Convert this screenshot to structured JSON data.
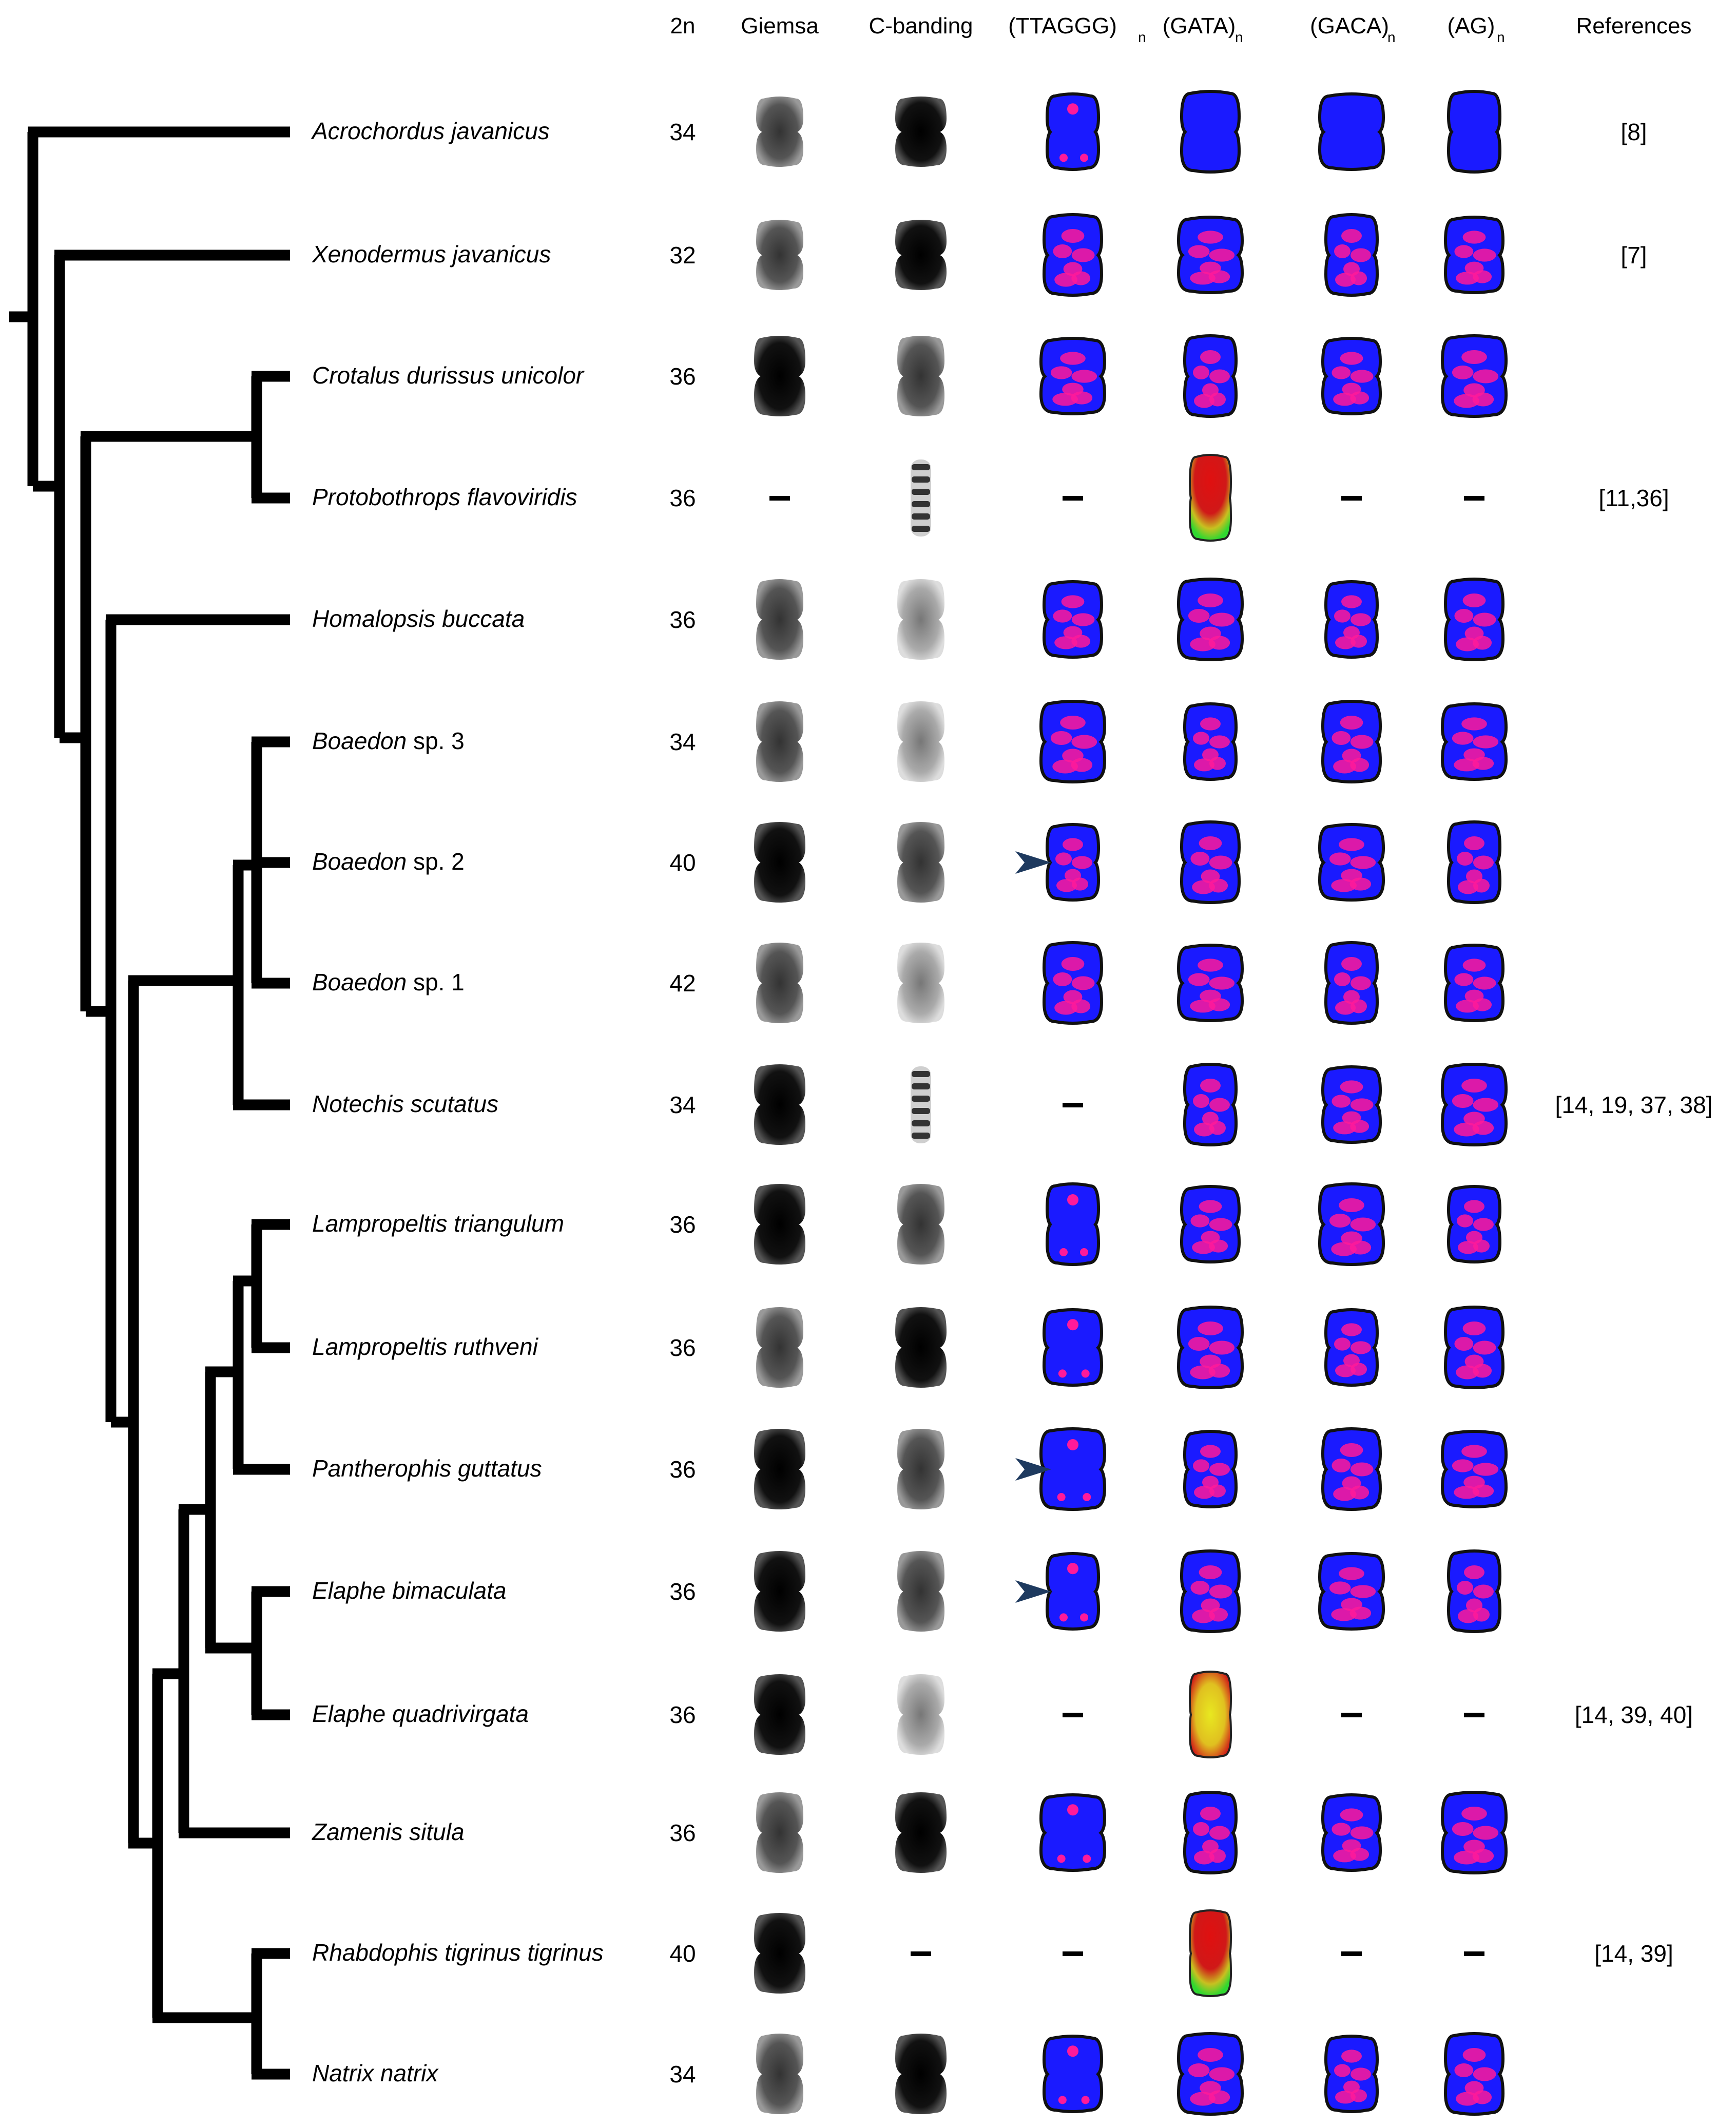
{
  "columns": {
    "n2": "2n",
    "giemsa": "Giemsa",
    "cband": "C-banding",
    "ttaggg": "(TTAGGG)",
    "gata": "(GATA)",
    "gaca": "(GACA)",
    "ag": "(AG)",
    "subscript": "n",
    "references": "References"
  },
  "colors": {
    "dapi_blue": "#1a1aff",
    "probe_magenta": "#ff1a9a",
    "red_signal": "#e01010",
    "green_signal": "#30e030",
    "yellow_signal": "#e8e820",
    "grey_chrom": "#555555",
    "dark_chrom": "#111111",
    "arrowhead": "#1e3a5f"
  },
  "legend": {
    "absent_mark": "–",
    "arrowhead_icon": "arrowhead-marker-icon"
  },
  "rows": [
    {
      "name": "Acrochordus javanicus",
      "n2": "34",
      "ref": "[8]",
      "giemsa": "grey-blob",
      "cband": "dark-blob",
      "ttaggg": "blue-dots",
      "gata": "blue",
      "gaca": "blue",
      "ag": "blue"
    },
    {
      "name": "Xenodermus javanicus",
      "n2": "32",
      "ref": "[7]",
      "giemsa": "grey-blob",
      "cband": "dark-blob",
      "ttaggg": "magenta",
      "gata": "magenta",
      "gaca": "magenta",
      "ag": "magenta"
    },
    {
      "name": "Crotalus durissus unicolor",
      "n2": "36",
      "ref": "",
      "giemsa": "dark-blob",
      "cband": "grey-blob",
      "ttaggg": "magenta",
      "gata": "magenta",
      "gaca": "magenta",
      "ag": "magenta"
    },
    {
      "name": "Protobothrops flavoviridis",
      "n2": "36",
      "ref": "[11,36]",
      "giemsa": "absent",
      "cband": "banded",
      "ttaggg": "absent",
      "gata": "red-green",
      "gaca": "absent",
      "ag": "absent"
    },
    {
      "name": "Homalopsis buccata",
      "n2": "36",
      "ref": "",
      "giemsa": "grey-blob",
      "cband": "light",
      "ttaggg": "magenta",
      "gata": "magenta",
      "gaca": "magenta",
      "ag": "magenta"
    },
    {
      "name": "Boaedon",
      "suffix": " sp. 3",
      "n2": "34",
      "ref": "",
      "giemsa": "grey-blob",
      "cband": "light",
      "ttaggg": "magenta",
      "gata": "magenta",
      "gaca": "magenta",
      "ag": "magenta"
    },
    {
      "name": "Boaedon",
      "suffix": " sp. 2",
      "n2": "40",
      "ref": "",
      "giemsa": "dark-blob",
      "cband": "grey-blob",
      "ttaggg": "magenta",
      "gata": "magenta",
      "gaca": "magenta",
      "ag": "magenta",
      "arrow": true
    },
    {
      "name": "Boaedon",
      "suffix": " sp. 1",
      "n2": "42",
      "ref": "",
      "giemsa": "grey-blob",
      "cband": "light",
      "ttaggg": "magenta",
      "gata": "magenta",
      "gaca": "magenta",
      "ag": "magenta"
    },
    {
      "name": "Notechis scutatus",
      "n2": "34",
      "ref": "[14, 19, 37, 38]",
      "giemsa": "dark-blob",
      "cband": "banded",
      "ttaggg": "absent",
      "gata": "magenta",
      "gaca": "magenta",
      "ag": "magenta"
    },
    {
      "name": "Lampropeltis triangulum",
      "n2": "36",
      "ref": "",
      "giemsa": "dark-blob",
      "cband": "grey-blob",
      "ttaggg": "blue-dots",
      "gata": "magenta",
      "gaca": "magenta",
      "ag": "magenta"
    },
    {
      "name": "Lampropeltis ruthveni",
      "n2": "36",
      "ref": "",
      "giemsa": "grey-blob",
      "cband": "dark-blob",
      "ttaggg": "blue-dots",
      "gata": "magenta",
      "gaca": "magenta",
      "ag": "magenta"
    },
    {
      "name": "Pantherophis guttatus",
      "n2": "36",
      "ref": "",
      "giemsa": "dark-blob",
      "cband": "grey-blob",
      "ttaggg": "blue-dots",
      "gata": "magenta",
      "gaca": "magenta",
      "ag": "magenta",
      "arrow": true
    },
    {
      "name": "Elaphe bimaculata",
      "n2": "36",
      "ref": "",
      "giemsa": "dark-blob",
      "cband": "grey-blob",
      "ttaggg": "blue-dots",
      "gata": "magenta",
      "gaca": "magenta",
      "ag": "magenta",
      "arrow": true
    },
    {
      "name": "Elaphe quadrivirgata",
      "n2": "36",
      "ref": "[14, 39, 40]",
      "giemsa": "dark-blob",
      "cband": "light",
      "ttaggg": "absent",
      "gata": "red-yellow",
      "gaca": "absent",
      "ag": "absent"
    },
    {
      "name": "Zamenis situla",
      "n2": "36",
      "ref": "",
      "giemsa": "grey-blob",
      "cband": "dark-blob",
      "ttaggg": "blue-dots",
      "gata": "magenta",
      "gaca": "magenta",
      "ag": "magenta"
    },
    {
      "name": "Rhabdophis tigrinus tigrinus",
      "n2": "40",
      "ref": "[14, 39]",
      "giemsa": "dark-blob",
      "cband": "absent",
      "ttaggg": "absent",
      "gata": "red-green",
      "gaca": "absent",
      "ag": "absent"
    },
    {
      "name": "Natrix natrix",
      "n2": "34",
      "ref": "",
      "giemsa": "grey-blob",
      "cband": "dark-blob",
      "ttaggg": "blue-dots",
      "gata": "magenta",
      "gaca": "magenta",
      "ag": "magenta"
    }
  ]
}
